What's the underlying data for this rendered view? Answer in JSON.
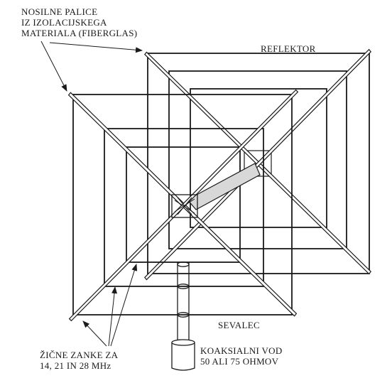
{
  "labels": {
    "support_line1": "NOSILNE PALICE",
    "support_line2": "IZ IZOLACIJSKEGA",
    "support_line3": "MATERIALA (FIBERGLAS)",
    "reflector": "REFLEKTOR",
    "driven": "SEVALEC",
    "loops_line1": "ŽIČNE ZANKE ZA",
    "loops_line2": "14, 21 IN 28 MHz",
    "coax_line1": "KOAKSIALNI VOD",
    "coax_line2": "50 ALI 75 OHMOV"
  },
  "colors": {
    "line": "#1a1a1a",
    "spreader_fill": "#ffffff",
    "boom_fill": "#d8d8d8"
  }
}
